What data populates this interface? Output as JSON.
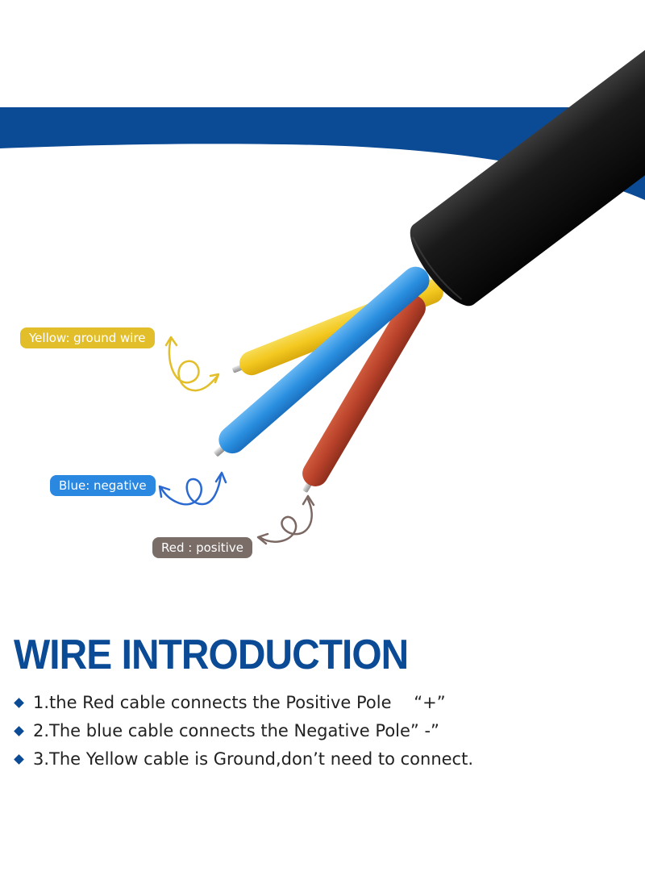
{
  "colors": {
    "brand_blue": "#0b4a95",
    "cable_black": "#111111",
    "wire_yellow": "#f3c81f",
    "wire_blue": "#2a8fe0",
    "wire_red": "#b8412a",
    "label_yellow": "#e2bf2a",
    "label_blue": "#2a88e0",
    "label_red": "#7a6d68",
    "arrow_red": "#7b6862"
  },
  "labels": {
    "yellow": "Yellow: ground wire",
    "blue": "Blue: negative",
    "red": "Red : positive"
  },
  "heading": "WIRE INTRODUCTION",
  "points": [
    "1.the Red cable connects the Positive Pole 　“+”",
    "2.The blue cable connects the Negative Pole” -”",
    "3.The Yellow cable is Ground,don’t need to connect."
  ],
  "icons": {
    "bullet": "diamond-bullet-icon",
    "arrow": "curly-arrow-icon"
  }
}
